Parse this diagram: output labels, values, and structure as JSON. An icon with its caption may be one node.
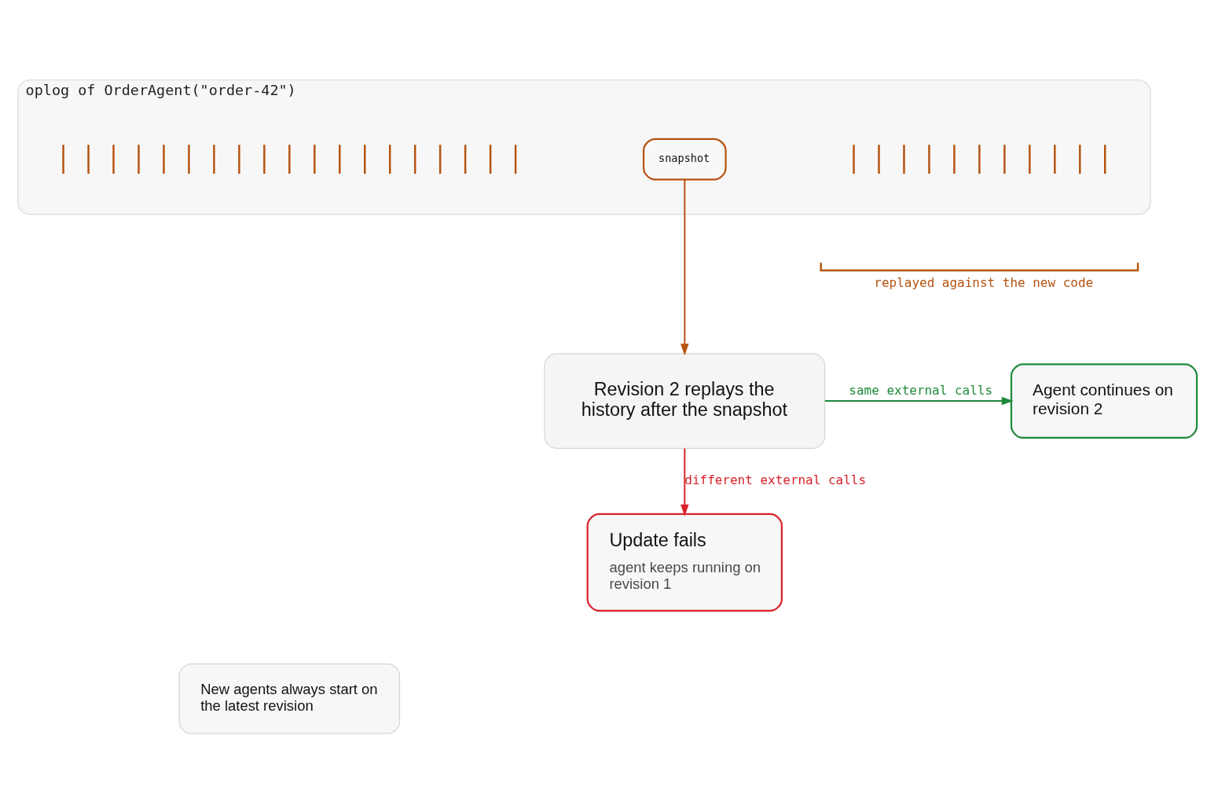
{
  "diagram": {
    "nodes": [
      {
        "text": [
          "oplog of OrderAgent(\"order-42\")"
        ]
      },
      {
        "text": [
          "snapshot"
        ],
        "in": 0
      },
      {
        "text": [
          "Revision 2 replays the history after the snapshot"
        ]
      },
      {
        "text": [
          "Agent continues on revision 2"
        ]
      },
      {
        "text": [
          "Update fails",
          "agent keeps running on revision 1"
        ]
      },
      {
        "text": [
          "New agents always start on the latest revision"
        ]
      }
    ],
    "edges": [
      {
        "from": 1,
        "to": 2,
        "arrow": "to",
        "color": "#b5520f"
      },
      {
        "from": 2,
        "to": 3,
        "arrow": "to",
        "label": "same external calls",
        "color": "#1f8a3a"
      },
      {
        "from": 2,
        "to": 4,
        "arrow": "to",
        "label": "different external calls",
        "color": "#d9222a"
      }
    ],
    "labels": [
      "replayed against the new code"
    ]
  }
}
